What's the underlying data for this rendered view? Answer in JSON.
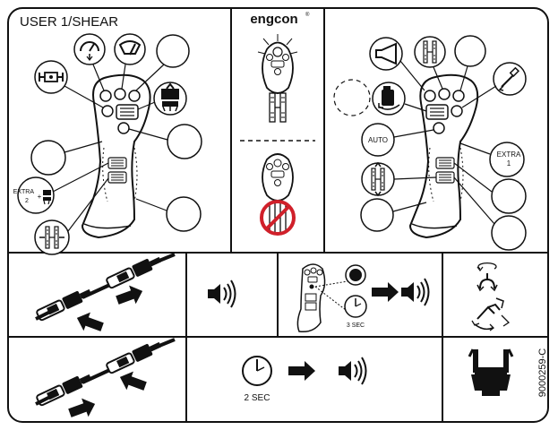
{
  "panel": {
    "title": "USER 1/SHEAR",
    "brand": "engcon",
    "registered_mark": "®",
    "auto_label": "AUTO",
    "extra1_line1": "EXTRA",
    "extra1_line2": "1",
    "extra2_line1": "EXTRA",
    "extra2_line2": "2",
    "extra2_plus": "+",
    "three_sec": "3 SEC",
    "two_sec": "2 SEC",
    "part_number": "9000259-C"
  },
  "icons": [
    "joystick-left-icon",
    "joystick-right-icon",
    "speedometer-icon",
    "wiper-icon",
    "horn-icon",
    "tool-icon",
    "tilt-lock-icon",
    "rotator-icon",
    "sound-icon",
    "clock-icon",
    "arrow-right-icon",
    "no-entry-icon",
    "quick-coupler-icon",
    "shear-icon",
    "rotate-jaw-icon",
    "tilt-jaw-icon"
  ],
  "colors": {
    "line": "#111111",
    "no_entry_red": "#d0202a",
    "background": "#ffffff"
  }
}
